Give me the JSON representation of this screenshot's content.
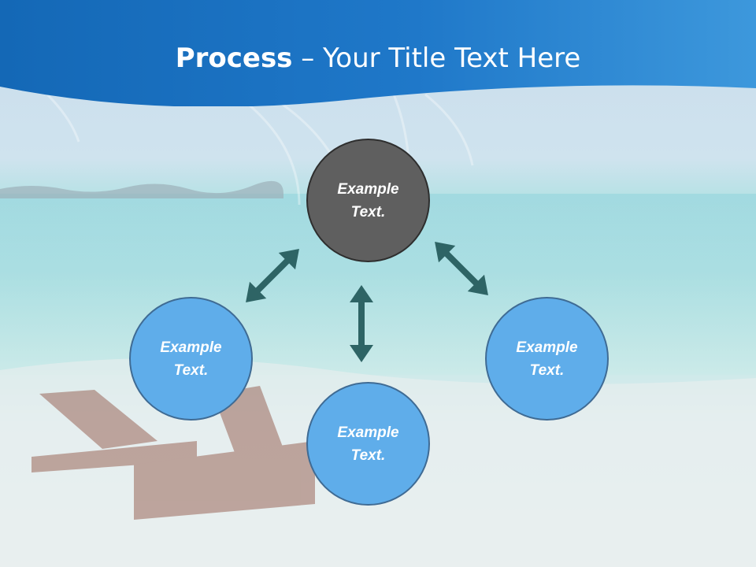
{
  "slide": {
    "title_bold": "Process",
    "title_rest": " – Your Title Text Here"
  },
  "colors": {
    "header_blue": "#1f77c8",
    "node_blue": "#5fadea",
    "node_dark": "#5f5f5f",
    "arrow": "#2e6465"
  },
  "diagram": {
    "nodes": [
      {
        "role": "center-top",
        "text": "Example\nText."
      },
      {
        "role": "left",
        "text": "Example\nText."
      },
      {
        "role": "right",
        "text": "Example\nText."
      },
      {
        "role": "bottom",
        "text": "Example\nText."
      }
    ]
  }
}
